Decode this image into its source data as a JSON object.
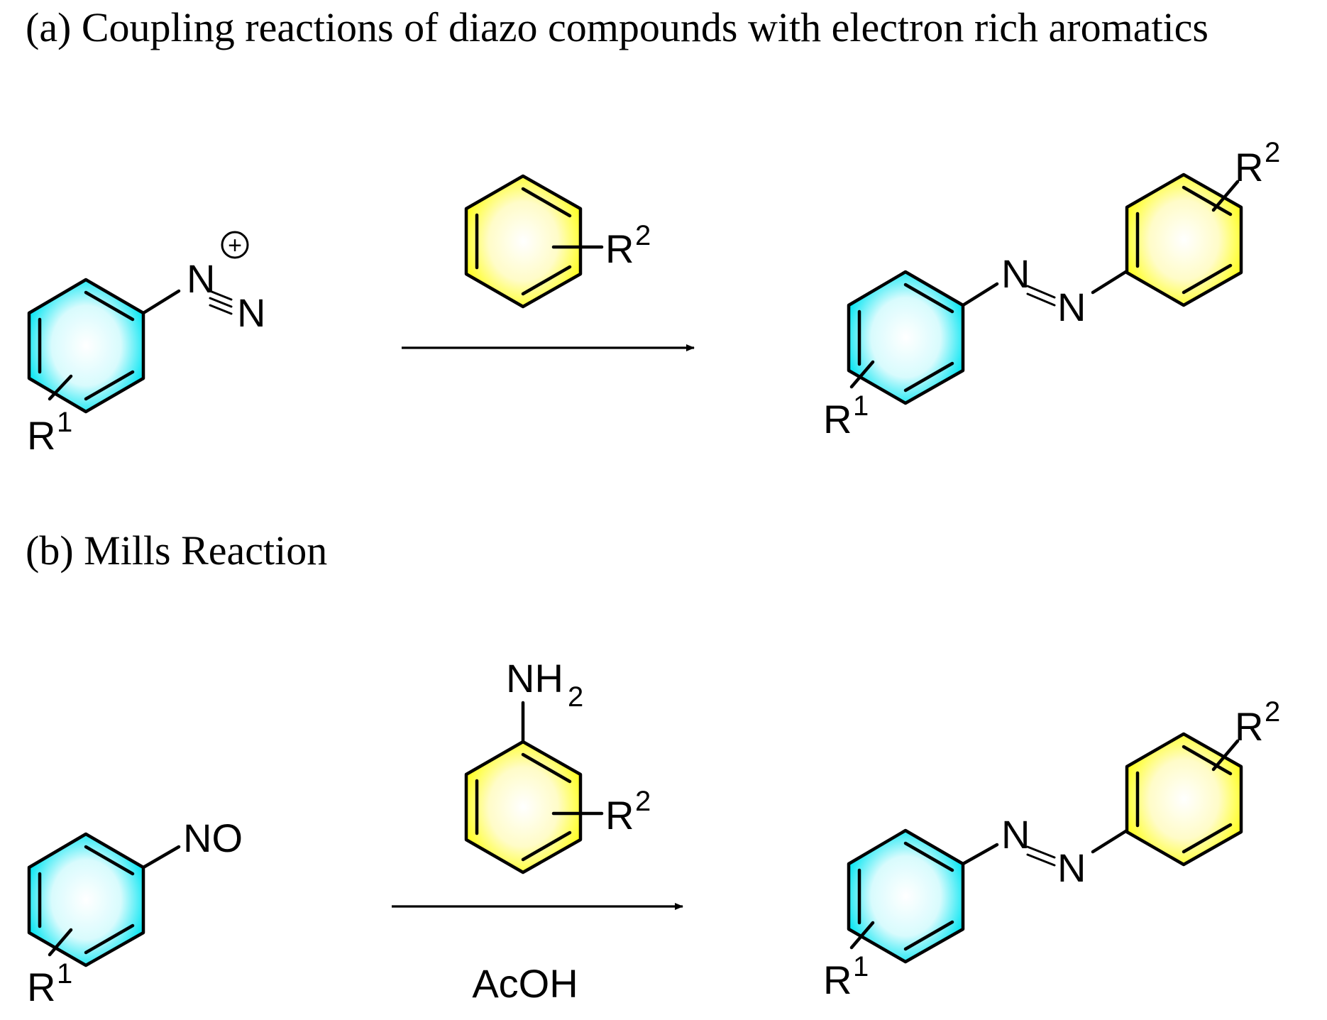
{
  "scheme": {
    "section_a": {
      "title": "(a) Coupling reactions of diazo compounds with electron rich aromatics",
      "reactant_group_1": "N",
      "reactant_group_2": "N",
      "charge_symbol": "+",
      "r1_base": "R",
      "r1_sup": "1",
      "reagent_r2_base": "R",
      "reagent_r2_sup": "2",
      "product_n1": "N",
      "product_n2": "N",
      "product_r1_base": "R",
      "product_r1_sup": "1",
      "product_r2_base": "R",
      "product_r2_sup": "2"
    },
    "section_b": {
      "title": "(b) Mills Reaction",
      "reactant_group": "NO",
      "r1_base": "R",
      "r1_sup": "1",
      "reagent_amine_base": "NH",
      "reagent_amine_sub": "2",
      "reagent_r2_base": "R",
      "reagent_r2_sup": "2",
      "condition": "AcOH",
      "product_n1": "N",
      "product_n2": "N",
      "product_r1_base": "R",
      "product_r1_sup": "1",
      "product_r2_base": "R",
      "product_r2_sup": "2"
    }
  },
  "colors": {
    "ring_a": "#00e5f2",
    "ring_b": "#ffff1a",
    "ink": "#000000"
  }
}
